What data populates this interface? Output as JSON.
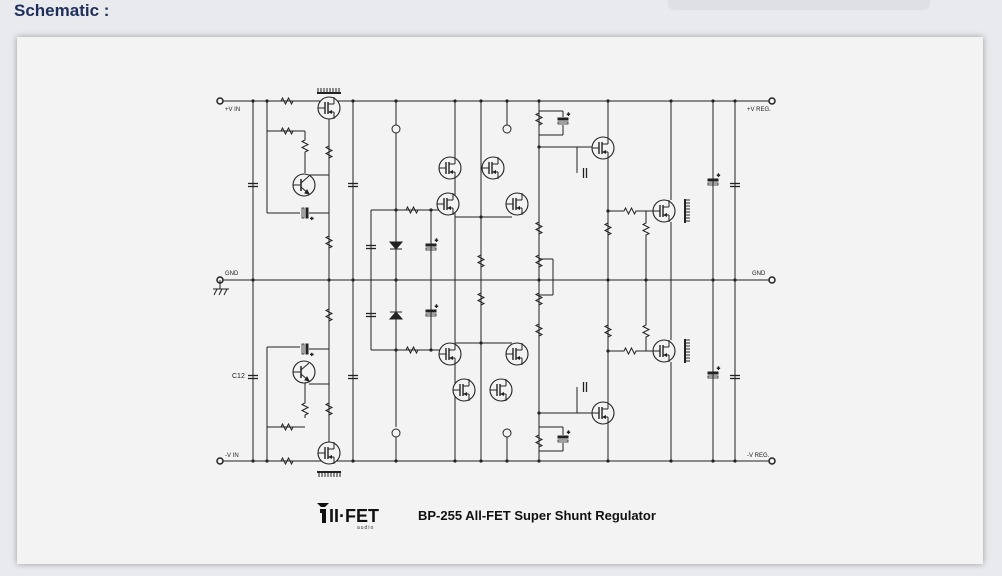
{
  "page": {
    "heading": "Schematic :"
  },
  "schematic": {
    "title": "BP-255 All-FET Super Shunt Regulator",
    "logo_text": "II·FET",
    "logo_subtext": "audio",
    "labels": {
      "vin_pos": "+V IN",
      "vin_neg": "-V IN",
      "gnd_left": "GND",
      "gnd_right": "GND",
      "vreg_pos": "+V REG.",
      "vreg_neg": "-V REG.",
      "c12": "C12"
    }
  }
}
